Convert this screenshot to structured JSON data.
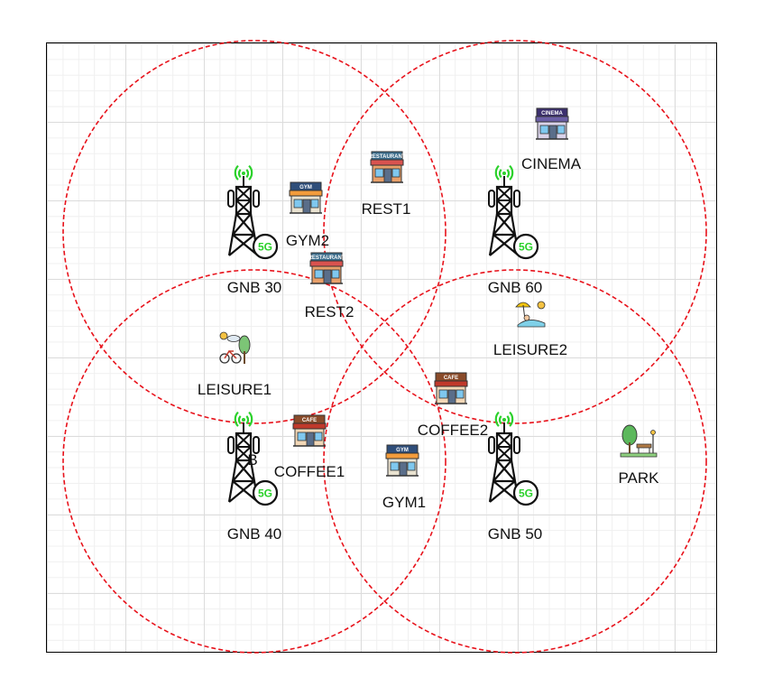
{
  "diagram": {
    "base_stations": [
      {
        "id": "gnb30",
        "label": "GNB 30",
        "badge": "5G"
      },
      {
        "id": "gnb60",
        "label": "GNB 60",
        "badge": "5G"
      },
      {
        "id": "gnb40",
        "label": "GNB 40",
        "badge": "5G"
      },
      {
        "id": "gnb50",
        "label": "GNB 50",
        "badge": "5G"
      }
    ],
    "places": [
      {
        "id": "cinema",
        "label": "CINEMA",
        "kind": "cinema-icon",
        "sign": "CINEMA"
      },
      {
        "id": "rest1",
        "label": "REST1",
        "kind": "restaurant-icon",
        "sign": "RESTAURANT"
      },
      {
        "id": "gym2",
        "label": "GYM2",
        "kind": "gym-icon",
        "sign": "GYM"
      },
      {
        "id": "rest2",
        "label": "REST2",
        "kind": "restaurant-icon",
        "sign": "RESTAURANT"
      },
      {
        "id": "leisure1",
        "label": "LEISURE1",
        "kind": "leisure-icon",
        "sign": ""
      },
      {
        "id": "leisure2",
        "label": "LEISURE2",
        "kind": "leisure-icon",
        "sign": ""
      },
      {
        "id": "coffee1",
        "label": "COFFEE1",
        "kind": "cafe-icon",
        "sign": "CAFE"
      },
      {
        "id": "coffee2",
        "label": "COFFEE2",
        "kind": "cafe-icon",
        "sign": "CAFE"
      },
      {
        "id": "gym1",
        "label": "GYM1",
        "kind": "gym-icon",
        "sign": "GYM"
      },
      {
        "id": "park",
        "label": "PARK",
        "kind": "park-icon",
        "sign": ""
      }
    ],
    "stray_label": "B",
    "colors": {
      "coverage": "#e8121b",
      "signal": "#2bd12b",
      "tower": "#111111",
      "grid": "#dcdcdc"
    }
  }
}
